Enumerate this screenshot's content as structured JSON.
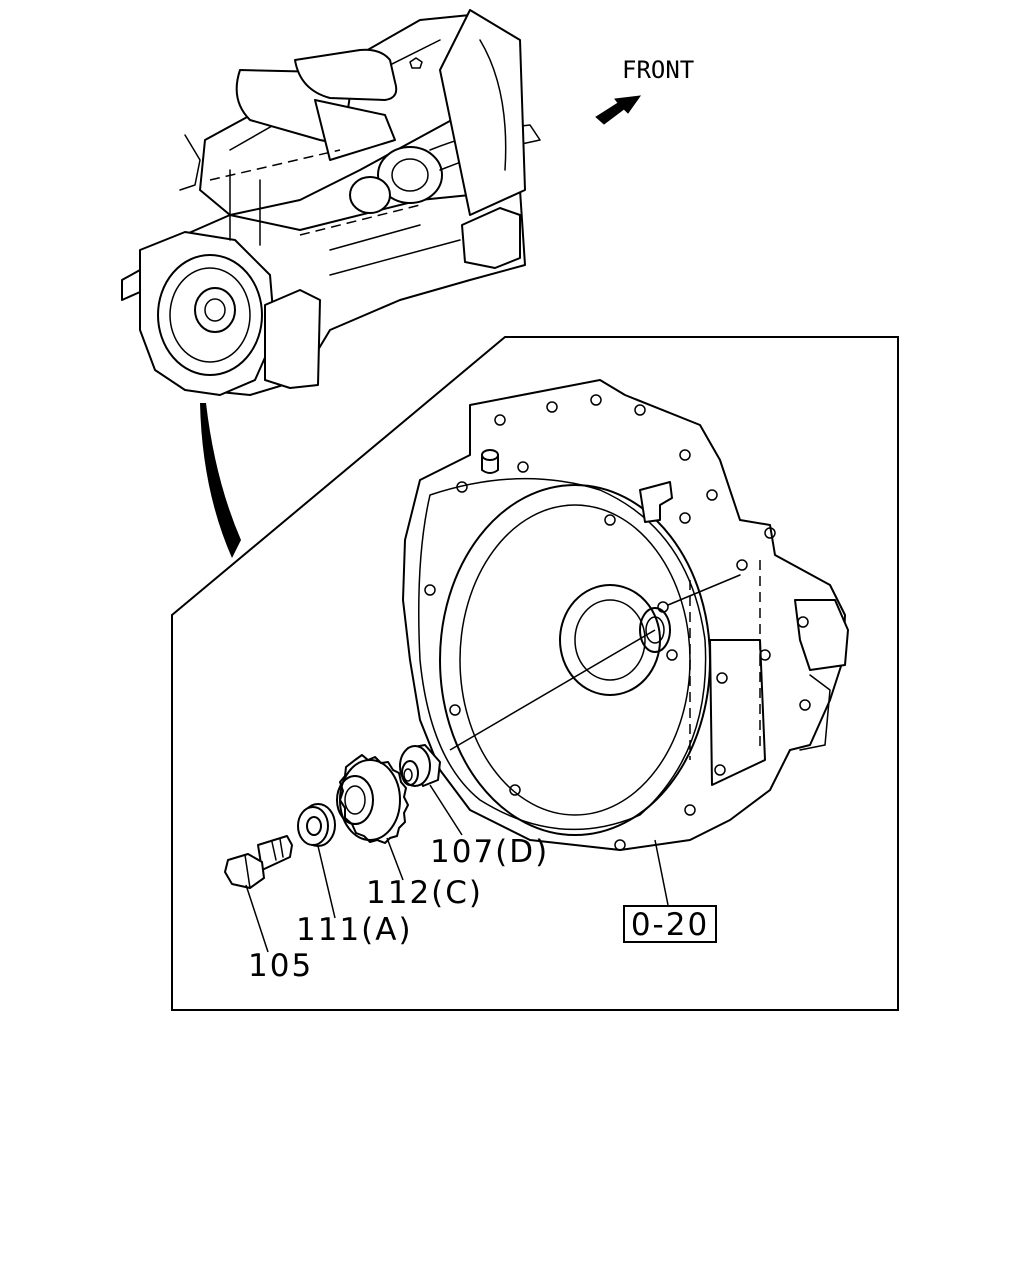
{
  "orientation": {
    "label": "FRONT",
    "icon": "arrow-icon"
  },
  "parts": [
    {
      "id": "bolt",
      "label": "105"
    },
    {
      "id": "washer",
      "label": "111(A)"
    },
    {
      "id": "gear",
      "label": "112(C)"
    },
    {
      "id": "bushing",
      "label": "107(D)"
    }
  ],
  "reference": {
    "label": "0-20"
  },
  "colors": {
    "line": "#000000",
    "background": "#ffffff"
  }
}
